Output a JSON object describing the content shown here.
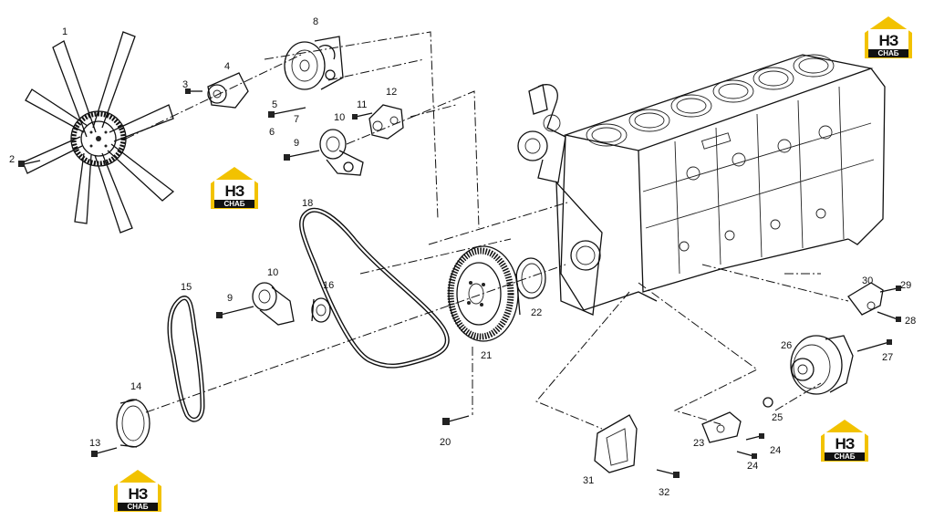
{
  "diagram": {
    "part_labels": [
      "1",
      "2",
      "3",
      "4",
      "5",
      "6",
      "7",
      "8",
      "9",
      "10",
      "11",
      "12",
      "13",
      "14",
      "15",
      "16",
      "18",
      "20",
      "21",
      "22",
      "23",
      "24",
      "25",
      "26",
      "27",
      "28",
      "29",
      "30",
      "31",
      "32"
    ],
    "logo": {
      "main": "НЗ",
      "sub": "СНАБ",
      "accent_color": "#f2c200"
    }
  }
}
